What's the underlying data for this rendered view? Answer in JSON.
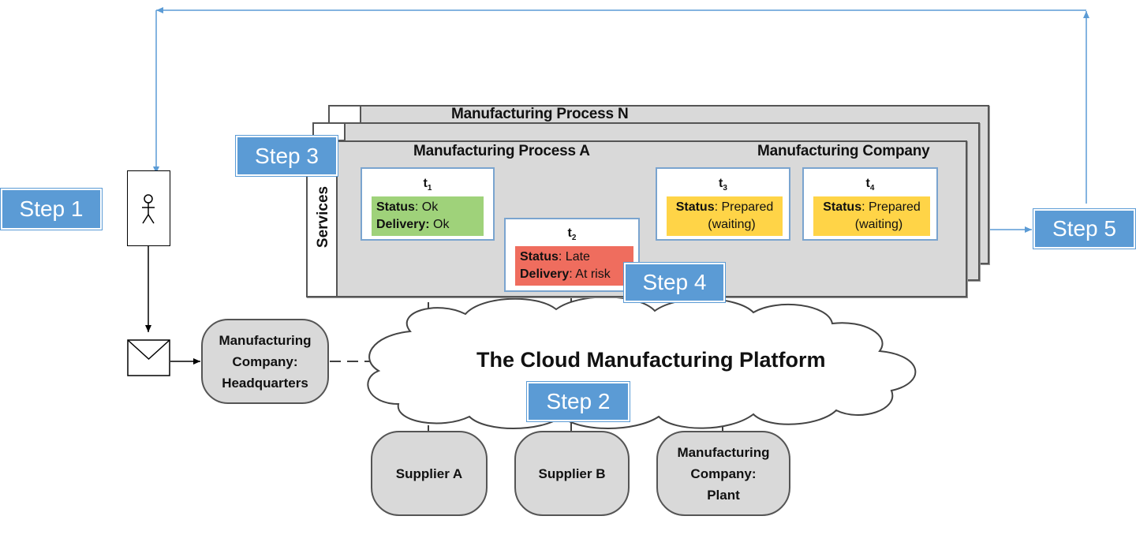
{
  "steps": {
    "step1": "Step 1",
    "step2": "Step 2",
    "step3": "Step 3",
    "step4": "Step 4",
    "step5": "Step 5"
  },
  "panels": {
    "process_n": "Manufacturing Process N",
    "process_a": "Manufacturing Process A",
    "company": "Manufacturing Company",
    "services": "Services"
  },
  "tasks": [
    {
      "name": "t",
      "sub": "1",
      "status_label": "Status",
      "status_value": ": Ok",
      "delivery_label": "Delivery:",
      "delivery_value": " Ok",
      "color": "#9fd27a"
    },
    {
      "name": "t",
      "sub": "2",
      "status_label": "Status",
      "status_value": ": Late",
      "delivery_label": "Delivery",
      "delivery_value": ": At risk",
      "color": "#ef6d5e"
    },
    {
      "name": "t",
      "sub": "3",
      "status_label": "Status",
      "status_value": ": Prepared",
      "line2": "(waiting)",
      "color": "#ffd447"
    },
    {
      "name": "t",
      "sub": "4",
      "status_label": "Status",
      "status_value": ": Prepared",
      "line2": "(waiting)",
      "color": "#ffd447"
    }
  ],
  "cloud": {
    "label": "The Cloud Manufacturing Platform"
  },
  "nodes": {
    "hq": [
      "Manufacturing",
      "Company:",
      "Headquarters"
    ],
    "supplier_a": "Supplier A",
    "supplier_b": "Supplier B",
    "plant": [
      "Manufacturing",
      "Company:",
      "Plant"
    ]
  },
  "icons": {
    "actor": "person-icon",
    "message": "envelope-icon"
  },
  "colors": {
    "step_fill": "#5b9bd5",
    "feedback_line": "#5b9bd5",
    "panel_fill": "#d9d9d9",
    "task_border": "#7aa4cf"
  }
}
